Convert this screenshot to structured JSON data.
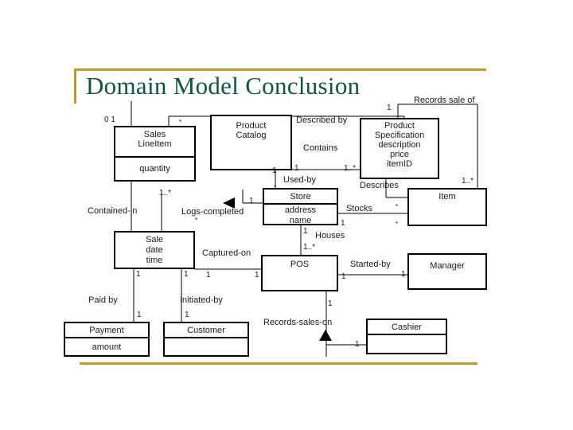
{
  "slide": {
    "title": "Domain Model Conclusion",
    "accent_color": "#b79b2e",
    "title_color": "#11553a",
    "background": "#ffffff"
  },
  "diagram": {
    "type": "uml-domain-model",
    "classes": [
      {
        "id": "sales-lineitem",
        "name": "Sales\nLineItem",
        "name_line1": "Sales",
        "name_line2": "LineItem",
        "attributes": [
          "quantity"
        ]
      },
      {
        "id": "product-catalog",
        "name": "Product\nCatalog",
        "name_line1": "Product",
        "name_line2": "Catalog",
        "attributes": []
      },
      {
        "id": "product-specification",
        "name": "Product\nSpecification",
        "name_line1": "Product",
        "name_line2": "Specification",
        "attributes": [
          "description",
          "price",
          "itemID"
        ]
      },
      {
        "id": "store",
        "name": "Store",
        "name_line1": "Store",
        "name_line2": "",
        "attributes": [
          "address",
          "name"
        ]
      },
      {
        "id": "item",
        "name": "Item",
        "name_line1": "Item",
        "name_line2": "",
        "attributes": []
      },
      {
        "id": "sale",
        "name": "Sale",
        "name_line1": "Sale",
        "name_line2": "",
        "attributes": [
          "date",
          "time"
        ]
      },
      {
        "id": "pos",
        "name": "POS",
        "name_line1": "POS",
        "name_line2": "",
        "attributes": []
      },
      {
        "id": "manager",
        "name": "Manager",
        "name_line1": "Manager",
        "name_line2": "",
        "attributes": []
      },
      {
        "id": "payment",
        "name": "Payment",
        "name_line1": "Payment",
        "name_line2": "",
        "attributes": [
          "amount"
        ]
      },
      {
        "id": "customer",
        "name": "Customer",
        "name_line1": "Customer",
        "name_line2": "",
        "attributes": [
          ""
        ]
      },
      {
        "id": "cashier",
        "name": "Cashier",
        "name_line1": "Cashier",
        "name_line2": "",
        "attributes": [
          ""
        ]
      }
    ],
    "associations": [
      {
        "id": "described-by",
        "label": "Described by",
        "from": "sales-lineitem",
        "to": "product-specification",
        "from_mult": "0  1",
        "to_mult": "1"
      },
      {
        "id": "contains",
        "label": "Contains",
        "from": "product-catalog",
        "to": "product-specification",
        "from_mult": "1",
        "to_mult": "1..*"
      },
      {
        "id": "used-by",
        "label": "Used-by",
        "from": "product-catalog",
        "to": "store",
        "from_mult": "1",
        "to_mult": "*"
      },
      {
        "id": "records-sale-of",
        "label": "Records sale of",
        "from": "sale",
        "to": "item",
        "from_mult": "1",
        "to_mult": "1..*"
      },
      {
        "id": "describes",
        "label": "Describes",
        "from": "product-specification",
        "to": "item",
        "from_mult": "",
        "to_mult": ""
      },
      {
        "id": "stocks",
        "label": "Stocks",
        "from": "store",
        "to": "item",
        "from_mult": "1",
        "to_mult": "*"
      },
      {
        "id": "contained-in",
        "label": "Contained-in",
        "from": "sales-lineitem",
        "to": "sale",
        "from_mult": "1..*",
        "to_mult": "1"
      },
      {
        "id": "logs-completed",
        "label": "Logs-completed",
        "from": "store",
        "to": "sale",
        "from_mult": "1",
        "to_mult": "*"
      },
      {
        "id": "houses",
        "label": "Houses",
        "from": "store",
        "to": "pos",
        "from_mult": "1",
        "to_mult": "1..*"
      },
      {
        "id": "captured-on",
        "label": "Captured-on",
        "from": "sale",
        "to": "pos",
        "from_mult": "1",
        "to_mult": "1"
      },
      {
        "id": "started-by",
        "label": "Started-by",
        "from": "pos",
        "to": "manager",
        "from_mult": "1",
        "to_mult": "1"
      },
      {
        "id": "paid-by",
        "label": "Paid by",
        "from": "sale",
        "to": "payment",
        "from_mult": "1",
        "to_mult": "1"
      },
      {
        "id": "initiated-by",
        "label": "Initiated-by",
        "from": "sale",
        "to": "customer",
        "from_mult": "1",
        "to_mult": "1"
      },
      {
        "id": "records-sales-on",
        "label": "Records-sales-on",
        "from": "cashier",
        "to": "pos",
        "from_mult": "1",
        "to_mult": "1"
      }
    ],
    "markers": [
      {
        "id": "logs-completed-arrow",
        "shape": "triangle-left"
      },
      {
        "id": "records-sales-on-arrow",
        "shape": "triangle-up"
      }
    ],
    "multiplicity_labels": {
      "sales_lineitem_top_left": "0  1",
      "sales_lineitem_top_right": "*",
      "sales_lineitem_bottom": "1..*",
      "catalog_bottom_1": "1",
      "catalog_bottom_star": "*",
      "contains_1": "1",
      "contains_1star": "1..*",
      "spec_top_1": "1",
      "item_top_1star": "1..*",
      "item_left_star_upper": "*",
      "item_left_star_lower": "*",
      "store_left_1": "1",
      "store_right_1": "1",
      "store_bottom_1": "1",
      "pos_top_1star": "1..*",
      "pos_left_1": "1",
      "pos_right_1": "1",
      "pos_bottom_1": "1",
      "sale_bottom_left_1": "1",
      "sale_bottom_right_1": "1",
      "sale_right_1": "1",
      "manager_left_1": "1",
      "payment_top_1": "1",
      "customer_top_1": "1",
      "cashier_left_1": "1",
      "logs_star": "*"
    }
  }
}
